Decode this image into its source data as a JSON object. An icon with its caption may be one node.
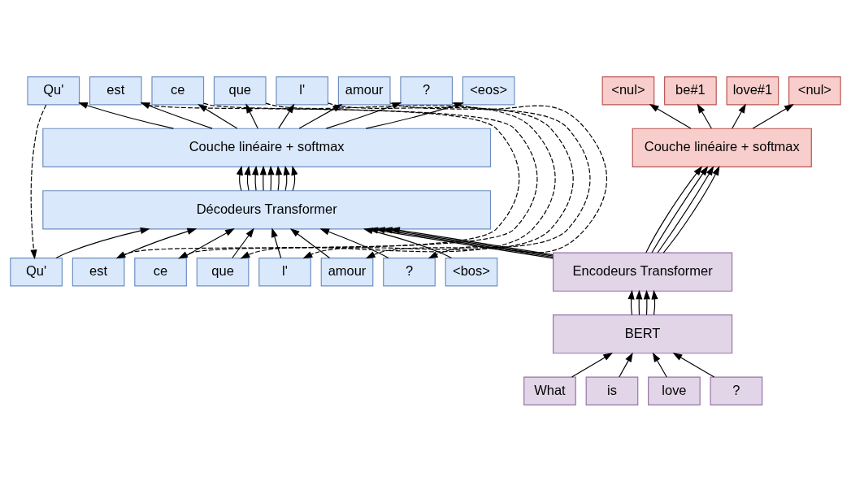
{
  "diagram": {
    "nodes": [
      {
        "text": [
          "<nul>"
        ]
      },
      {
        "text": [
          "be#1"
        ]
      },
      {
        "text": [
          "love#1"
        ]
      },
      {
        "text": [
          "<nul>"
        ]
      },
      {
        "text": [
          "Couche linéaire + softmax"
        ]
      },
      {
        "text": [
          "Encodeurs Transformer"
        ]
      },
      {
        "text": [
          "BERT"
        ]
      },
      {
        "text": [
          "What"
        ]
      },
      {
        "text": [
          "is"
        ]
      },
      {
        "text": [
          "love"
        ]
      },
      {
        "text": [
          "?"
        ]
      },
      {
        "text": [
          "Qu'"
        ]
      },
      {
        "text": [
          "est"
        ]
      },
      {
        "text": [
          "ce"
        ]
      },
      {
        "text": [
          "que"
        ]
      },
      {
        "text": [
          "l'"
        ]
      },
      {
        "text": [
          "amour"
        ]
      },
      {
        "text": [
          "?"
        ]
      },
      {
        "text": [
          "<eos>"
        ]
      },
      {
        "text": [
          "Couche linéaire + softmax"
        ]
      },
      {
        "text": [
          "Décodeurs Transformer"
        ]
      },
      {
        "text": [
          "<bos>"
        ]
      },
      {
        "text": [
          "Qu'"
        ]
      },
      {
        "text": [
          "est"
        ]
      },
      {
        "text": [
          "ce"
        ]
      },
      {
        "text": [
          "que"
        ]
      },
      {
        "text": [
          "l'"
        ]
      },
      {
        "text": [
          "amour"
        ]
      },
      {
        "text": [
          "?"
        ]
      }
    ],
    "edges": [
      {
        "from": 7,
        "to": 6,
        "arrow": "to"
      },
      {
        "from": 8,
        "to": 6,
        "arrow": "to"
      },
      {
        "from": 9,
        "to": 6,
        "arrow": "to"
      },
      {
        "from": 10,
        "to": 6,
        "arrow": "to"
      },
      {
        "from": 6,
        "to": 5,
        "arrow": "to"
      },
      {
        "from": 6,
        "to": 5,
        "arrow": "to"
      },
      {
        "from": 6,
        "to": 5,
        "arrow": "to"
      },
      {
        "from": 6,
        "to": 5,
        "arrow": "to"
      },
      {
        "from": 5,
        "to": 4,
        "arrow": "to"
      },
      {
        "from": 5,
        "to": 4,
        "arrow": "to"
      },
      {
        "from": 5,
        "to": 4,
        "arrow": "to"
      },
      {
        "from": 5,
        "to": 4,
        "arrow": "to"
      },
      {
        "from": 4,
        "to": 0,
        "arrow": "to"
      },
      {
        "from": 4,
        "to": 1,
        "arrow": "to"
      },
      {
        "from": 4,
        "to": 2,
        "arrow": "to"
      },
      {
        "from": 4,
        "to": 3,
        "arrow": "to"
      },
      {
        "from": 5,
        "to": 20,
        "arrow": "to"
      },
      {
        "from": 5,
        "to": 20,
        "arrow": "to"
      },
      {
        "from": 5,
        "to": 20,
        "arrow": "to"
      },
      {
        "from": 5,
        "to": 20,
        "arrow": "to"
      },
      {
        "from": 21,
        "to": 20,
        "arrow": "to"
      },
      {
        "from": 22,
        "to": 20,
        "arrow": "to"
      },
      {
        "from": 23,
        "to": 20,
        "arrow": "to"
      },
      {
        "from": 24,
        "to": 20,
        "arrow": "to"
      },
      {
        "from": 25,
        "to": 20,
        "arrow": "to"
      },
      {
        "from": 26,
        "to": 20,
        "arrow": "to"
      },
      {
        "from": 27,
        "to": 20,
        "arrow": "to"
      },
      {
        "from": 28,
        "to": 20,
        "arrow": "to"
      },
      {
        "from": 20,
        "to": 19,
        "arrow": "to"
      },
      {
        "from": 20,
        "to": 19,
        "arrow": "to"
      },
      {
        "from": 20,
        "to": 19,
        "arrow": "to"
      },
      {
        "from": 20,
        "to": 19,
        "arrow": "to"
      },
      {
        "from": 20,
        "to": 19,
        "arrow": "to"
      },
      {
        "from": 20,
        "to": 19,
        "arrow": "to"
      },
      {
        "from": 20,
        "to": 19,
        "arrow": "to"
      },
      {
        "from": 20,
        "to": 19,
        "arrow": "to"
      },
      {
        "from": 19,
        "to": 11,
        "arrow": "to"
      },
      {
        "from": 19,
        "to": 12,
        "arrow": "to"
      },
      {
        "from": 19,
        "to": 13,
        "arrow": "to"
      },
      {
        "from": 19,
        "to": 14,
        "arrow": "to"
      },
      {
        "from": 19,
        "to": 15,
        "arrow": "to"
      },
      {
        "from": 19,
        "to": 16,
        "arrow": "to"
      },
      {
        "from": 19,
        "to": 17,
        "arrow": "to"
      },
      {
        "from": 19,
        "to": 18,
        "arrow": "to"
      },
      {
        "from": 11,
        "to": 22,
        "arrow": "to",
        "style": "dashed"
      },
      {
        "from": 12,
        "to": 23,
        "arrow": "to",
        "style": "dashed"
      },
      {
        "from": 13,
        "to": 24,
        "arrow": "to",
        "style": "dashed"
      },
      {
        "from": 14,
        "to": 25,
        "arrow": "to",
        "style": "dashed"
      },
      {
        "from": 15,
        "to": 26,
        "arrow": "to",
        "style": "dashed"
      },
      {
        "from": 16,
        "to": 27,
        "arrow": "to",
        "style": "dashed"
      },
      {
        "from": 17,
        "to": 28,
        "arrow": "to",
        "style": "dashed"
      }
    ]
  }
}
